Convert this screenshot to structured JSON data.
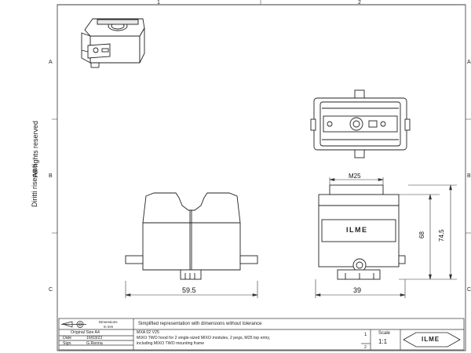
{
  "grid": {
    "columns": [
      "1",
      "2"
    ],
    "rows": [
      "A",
      "B",
      "C"
    ]
  },
  "side_notes": {
    "rights_1": "Diritti riservati",
    "rights_2": "All rights reserved"
  },
  "dimensions": {
    "front_width": "59.5",
    "side_width": "39",
    "thread": "M25",
    "height_1": "68",
    "height_2": "74,5"
  },
  "title_block": {
    "projection_label": "Dimensions",
    "projection_unit": "in mm",
    "original_size": "Original Size A4",
    "date_label": "Date",
    "date_value": "16/03/23",
    "sign_label": "Sign.",
    "sign_value": "G.Renna",
    "header_note": "Simplified representation with dimensions without tolerance",
    "part_code": "MXA 02 V25",
    "description_1": "MIXO TWO hood for 2 single-sized MIXO modules, 2 pegs, M25 top entry,",
    "description_2": "including MIXO TWO mounting frame",
    "scale_label": "Scale",
    "scale_value": "1:1",
    "sheet_number": "1",
    "sheet_total": "2",
    "logo_text": "ILME"
  },
  "colors": {
    "line": "#222222",
    "hood_fill": "#ffffff"
  }
}
